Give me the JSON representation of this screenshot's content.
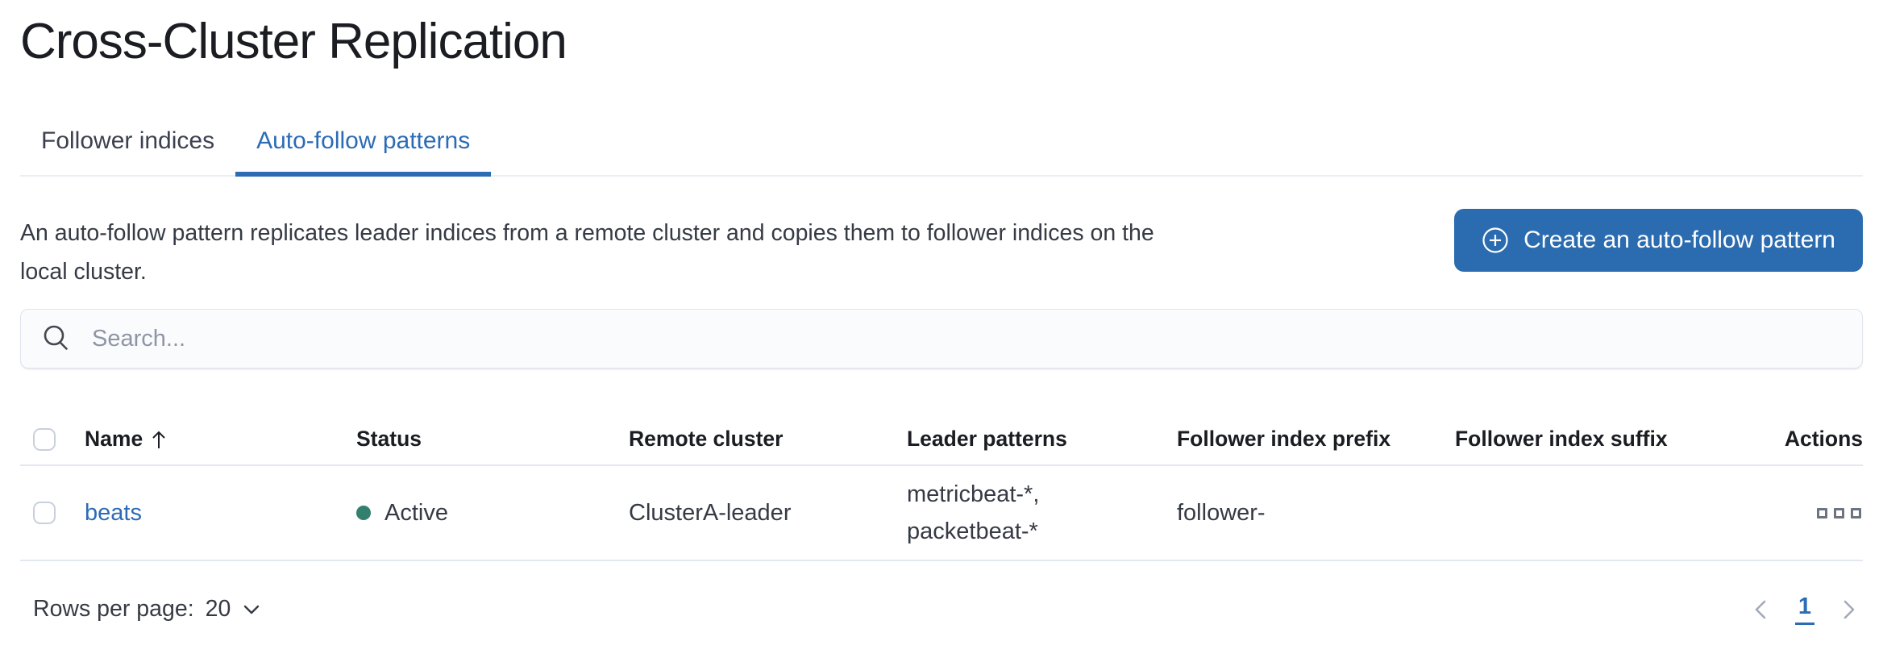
{
  "page": {
    "title": "Cross-Cluster Replication"
  },
  "tabs": [
    {
      "label": "Follower indices",
      "active": false
    },
    {
      "label": "Auto-follow patterns",
      "active": true
    }
  ],
  "intro": {
    "description_lines": [
      "An auto-follow pattern replicates leader indices from a remote cluster and copies them to follower indices on the",
      "local cluster."
    ],
    "create_button_label": "Create an auto-follow pattern"
  },
  "search": {
    "placeholder": "Search...",
    "icon": "magnifier"
  },
  "table": {
    "columns": {
      "name": "Name",
      "status": "Status",
      "remote_cluster": "Remote cluster",
      "leader_patterns": "Leader patterns",
      "follower_index_prefix": "Follower index prefix",
      "follower_index_suffix": "Follower index suffix",
      "actions": "Actions"
    },
    "sort": {
      "column": "Name",
      "direction": "ascending",
      "icon": "arrow-up"
    },
    "rows": [
      {
        "name": "beats",
        "status": "Active",
        "remote_cluster": "ClusterA-leader",
        "leader_patterns_lines": [
          "metricbeat-*,",
          "packetbeat-*"
        ],
        "follower_index_prefix": "follower-",
        "follower_index_suffix": "",
        "actions_icon": "boxes-horizontal"
      }
    ]
  },
  "pagination": {
    "rows_per_page_label": "Rows per page:",
    "rows_per_page_value": "20",
    "current_page": "1",
    "prev_icon": "chevron-left",
    "next_icon": "chevron-right"
  },
  "colors": {
    "accent_blue": "#2b6cb5",
    "button_blue": "#2b6cb0",
    "status_active_green": "#33806f",
    "text_dark": "#1b1d22",
    "text_body": "#353a44",
    "border_gray": "#e3e7f0",
    "search_bg": "#fafbfd"
  }
}
